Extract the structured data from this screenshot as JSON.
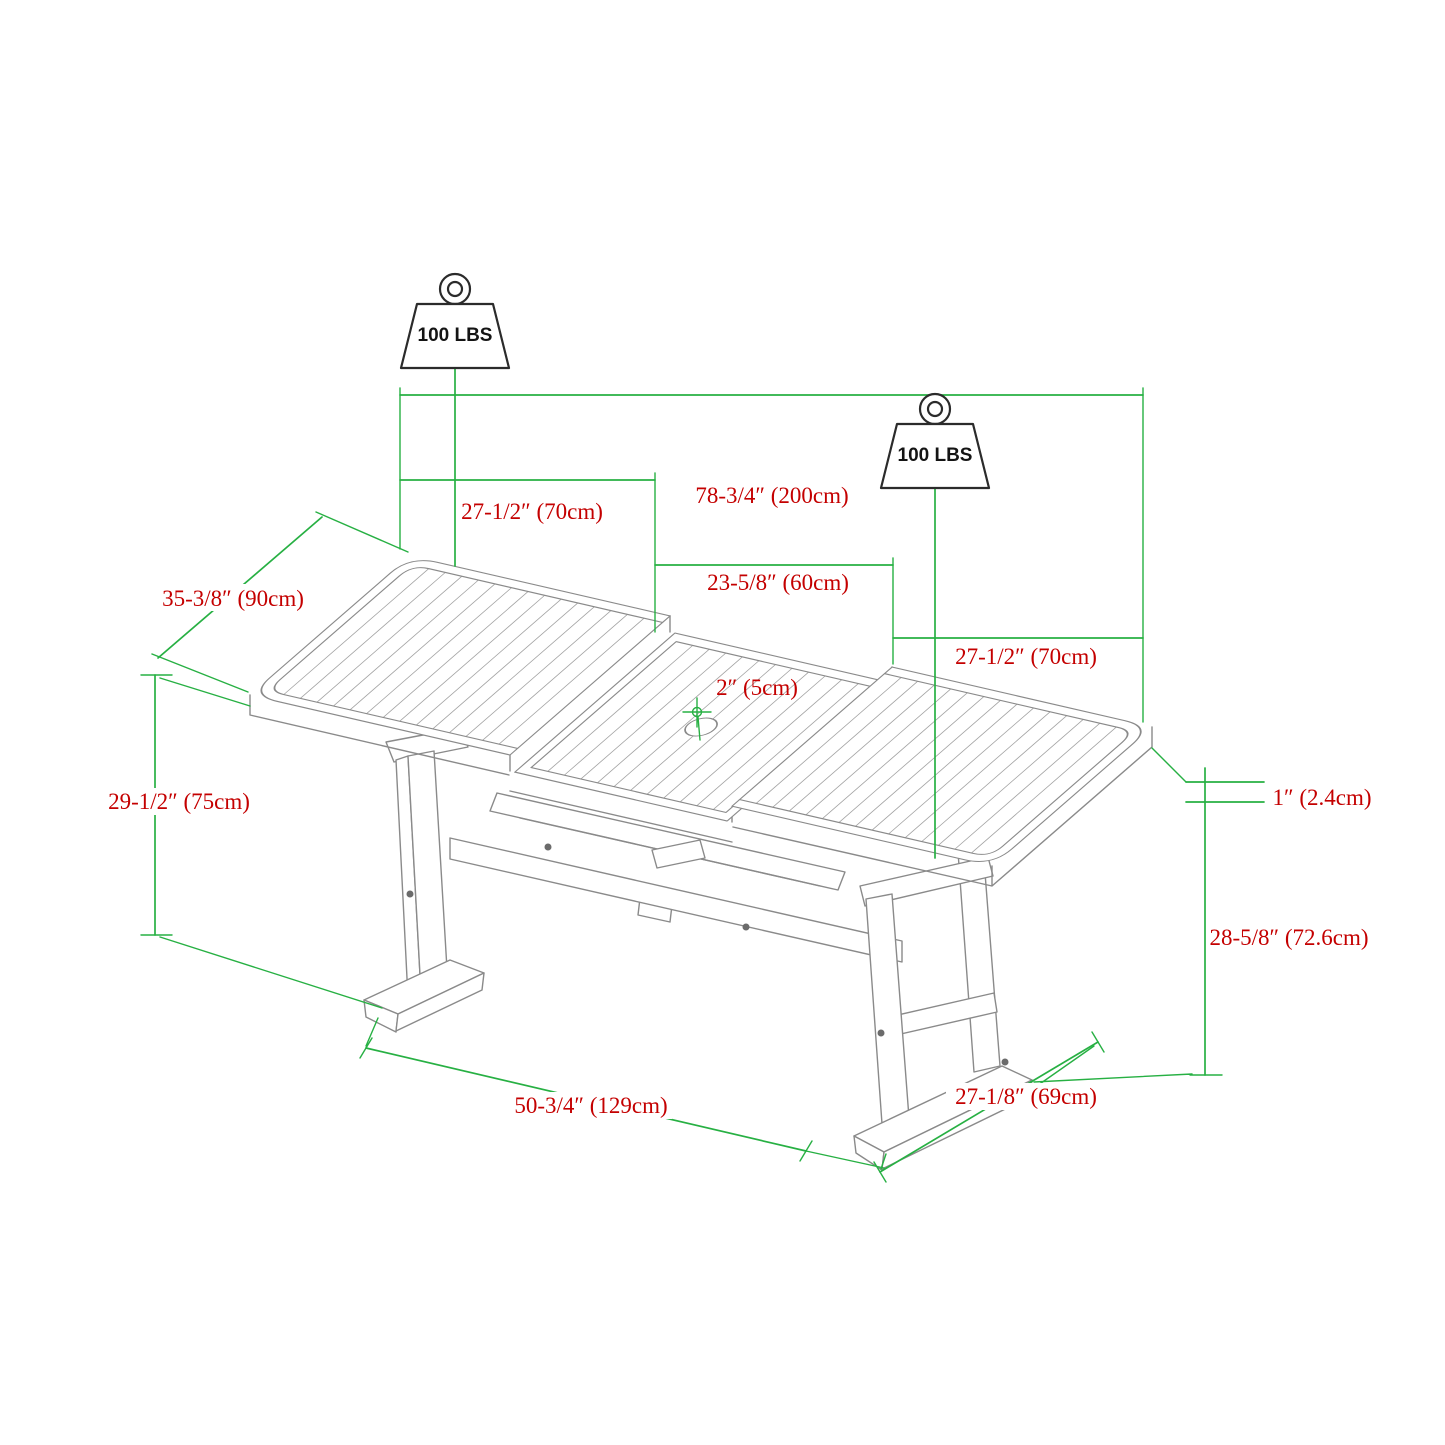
{
  "colors": {
    "dimension_line": "#27b043",
    "dimension_text": "#c40000",
    "drawing_line": "#8a8a8a",
    "weight_outline": "#2b2b2b",
    "background": "#ffffff"
  },
  "weights": [
    {
      "label": "100 LBS"
    },
    {
      "label": "100 LBS"
    }
  ],
  "dimensions": {
    "total_length": "78-3/4″ (200cm)",
    "left_section": "27-1/2″ (70cm)",
    "middle_leaf": "23-5/8″ (60cm)",
    "right_section": "27-1/2″ (70cm)",
    "width": "35-3/8″ (90cm)",
    "height_left": "29-1/2″ (75cm)",
    "umbrella_hole": "2″ (5cm)",
    "top_thickness": "1″ (2.4cm)",
    "height_right": "28-5/8″ (72.6cm)",
    "base_length": "50-3/4″ (129cm)",
    "base_depth": "27-1/8″ (69cm)"
  }
}
